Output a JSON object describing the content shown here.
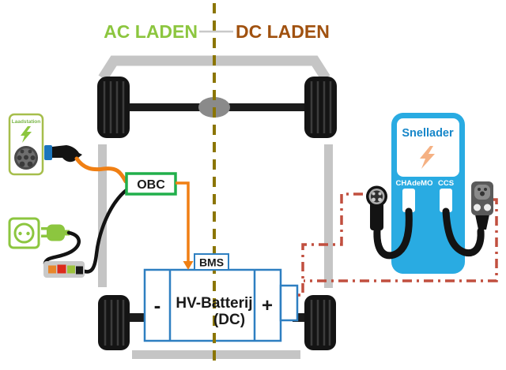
{
  "title": {
    "ac": "AC LADEN",
    "dc": "DC LADEN"
  },
  "ac_side": {
    "station_label": "Laadstation",
    "obc_label": "OBC"
  },
  "battery": {
    "bms_label": "BMS",
    "name_line1": "HV-Batterij",
    "name_line2": "(DC)",
    "minus": "-",
    "plus": "+"
  },
  "dc_side": {
    "charger_label": "Snellader",
    "port_left": "CHAdeMO",
    "port_right": "CCS"
  },
  "icons": {
    "station_bolt": "lightning-icon",
    "charger_bolt": "lightning-icon",
    "type2_socket": "type2-socket-icon",
    "wall_socket": "wall-socket-icon",
    "green_plug": "plug-icon",
    "chademo_connector": "chademo-connector-icon",
    "ccs_connector": "ccs-connector-icon"
  },
  "colors": {
    "ac_green": "#8CC63F",
    "ac_green_dark": "#7AB648",
    "dc_brown": "#A0510F",
    "divider_olive": "#8B7500",
    "divider_gray": "#C9C9C9",
    "cable_orange": "#F07F13",
    "battery_blue": "#2E7FC1",
    "charger_cyan": "#29ABE2",
    "snellader_blue": "#1787C9",
    "dc_red": "#C14F3F",
    "car_gray": "#C5C5C5",
    "obc_green": "#21AF4B",
    "bolt_peach": "#F5B183",
    "cable_black": "#131313"
  }
}
